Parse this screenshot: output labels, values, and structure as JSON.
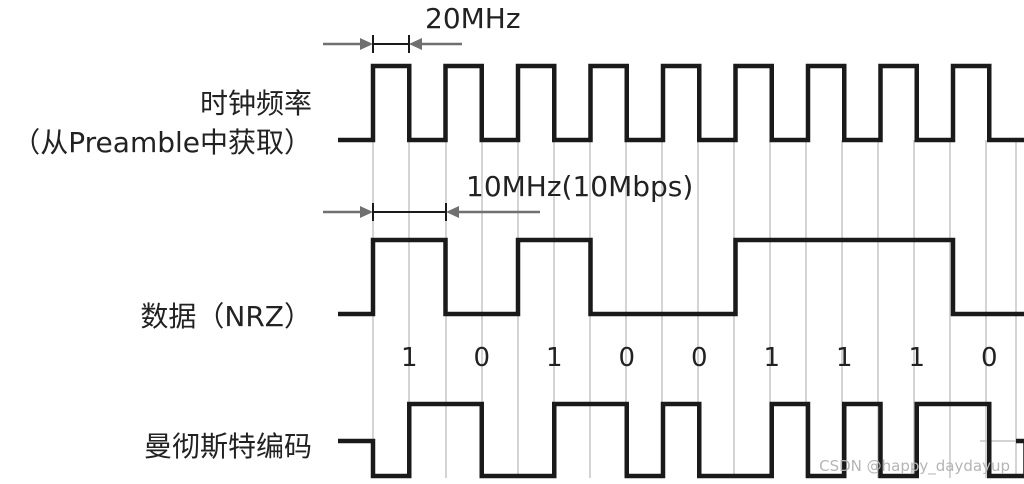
{
  "labels": {
    "clock_line1": "时钟频率",
    "clock_line2": "（从Preamble中获取）",
    "data": "数据（NRZ）",
    "manchester": "曼彻斯特编码"
  },
  "annotations": {
    "clock_period": "20MHz",
    "bit_period": "10MHz(10Mbps)"
  },
  "bits": [
    "1",
    "0",
    "1",
    "0",
    "0",
    "1",
    "1",
    "1",
    "0"
  ],
  "watermark": "CSDN @happy_daydayup"
}
